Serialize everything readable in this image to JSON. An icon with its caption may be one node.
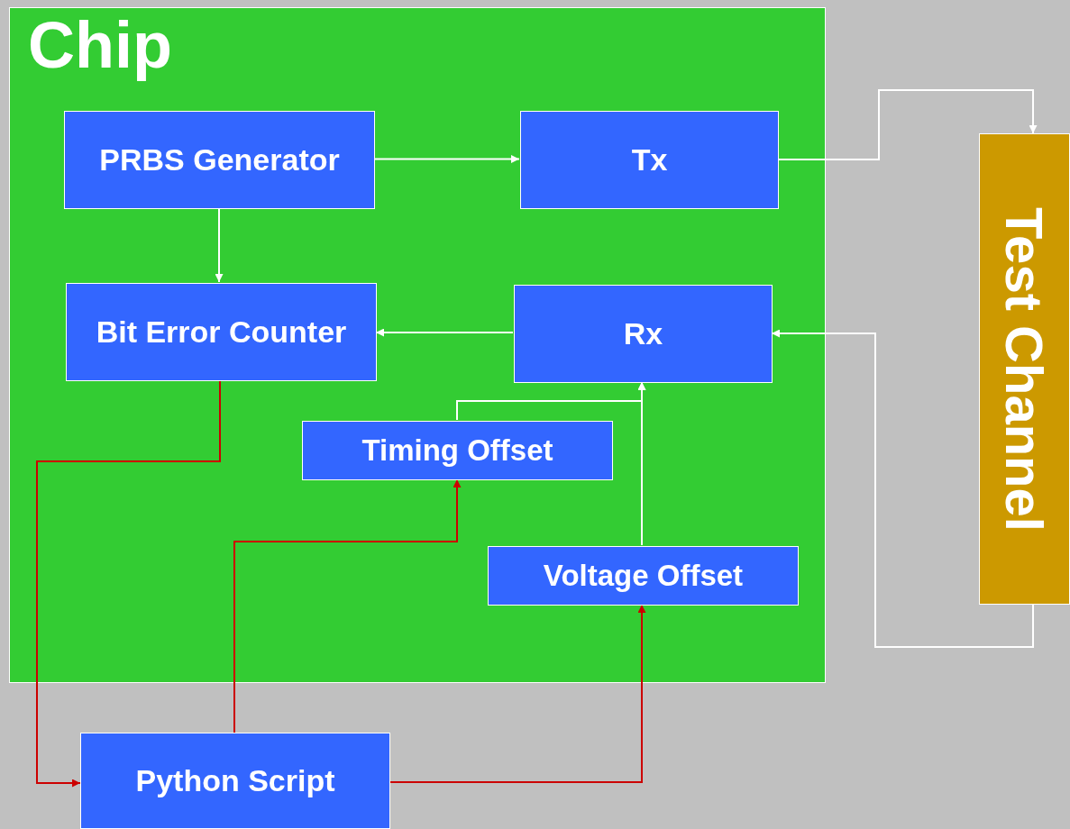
{
  "diagram": {
    "nodes": [
      {
        "text": [
          "Chip"
        ]
      },
      {
        "text": [
          "PRBS Generator"
        ],
        "in": 0
      },
      {
        "text": [
          "Tx"
        ],
        "in": 0
      },
      {
        "text": [
          "Bit Error Counter"
        ],
        "in": 0
      },
      {
        "text": [
          "Rx"
        ],
        "in": 0
      },
      {
        "text": [
          "Timing Offset"
        ],
        "in": 0
      },
      {
        "text": [
          "Voltage Offset"
        ],
        "in": 0
      },
      {
        "text": [
          "Test Channel"
        ]
      },
      {
        "text": [
          "Python Script"
        ]
      }
    ],
    "edges": [
      {
        "from": 1,
        "to": 2,
        "arrow": "to"
      },
      {
        "from": 1,
        "to": 3,
        "arrow": "to"
      },
      {
        "from": 4,
        "to": 3,
        "arrow": "to"
      },
      {
        "from": 2,
        "to": 7,
        "arrow": "to"
      },
      {
        "from": 7,
        "to": 4,
        "arrow": "to"
      },
      {
        "from": 5,
        "to": 4,
        "arrow": "to"
      },
      {
        "from": 6,
        "to": 4,
        "arrow": "to"
      },
      {
        "from": 3,
        "to": 8,
        "arrow": "to",
        "color": "#cc0000"
      },
      {
        "from": 8,
        "to": 5,
        "arrow": "to",
        "color": "#cc0000"
      },
      {
        "from": 8,
        "to": 6,
        "arrow": "to",
        "color": "#cc0000"
      }
    ]
  }
}
